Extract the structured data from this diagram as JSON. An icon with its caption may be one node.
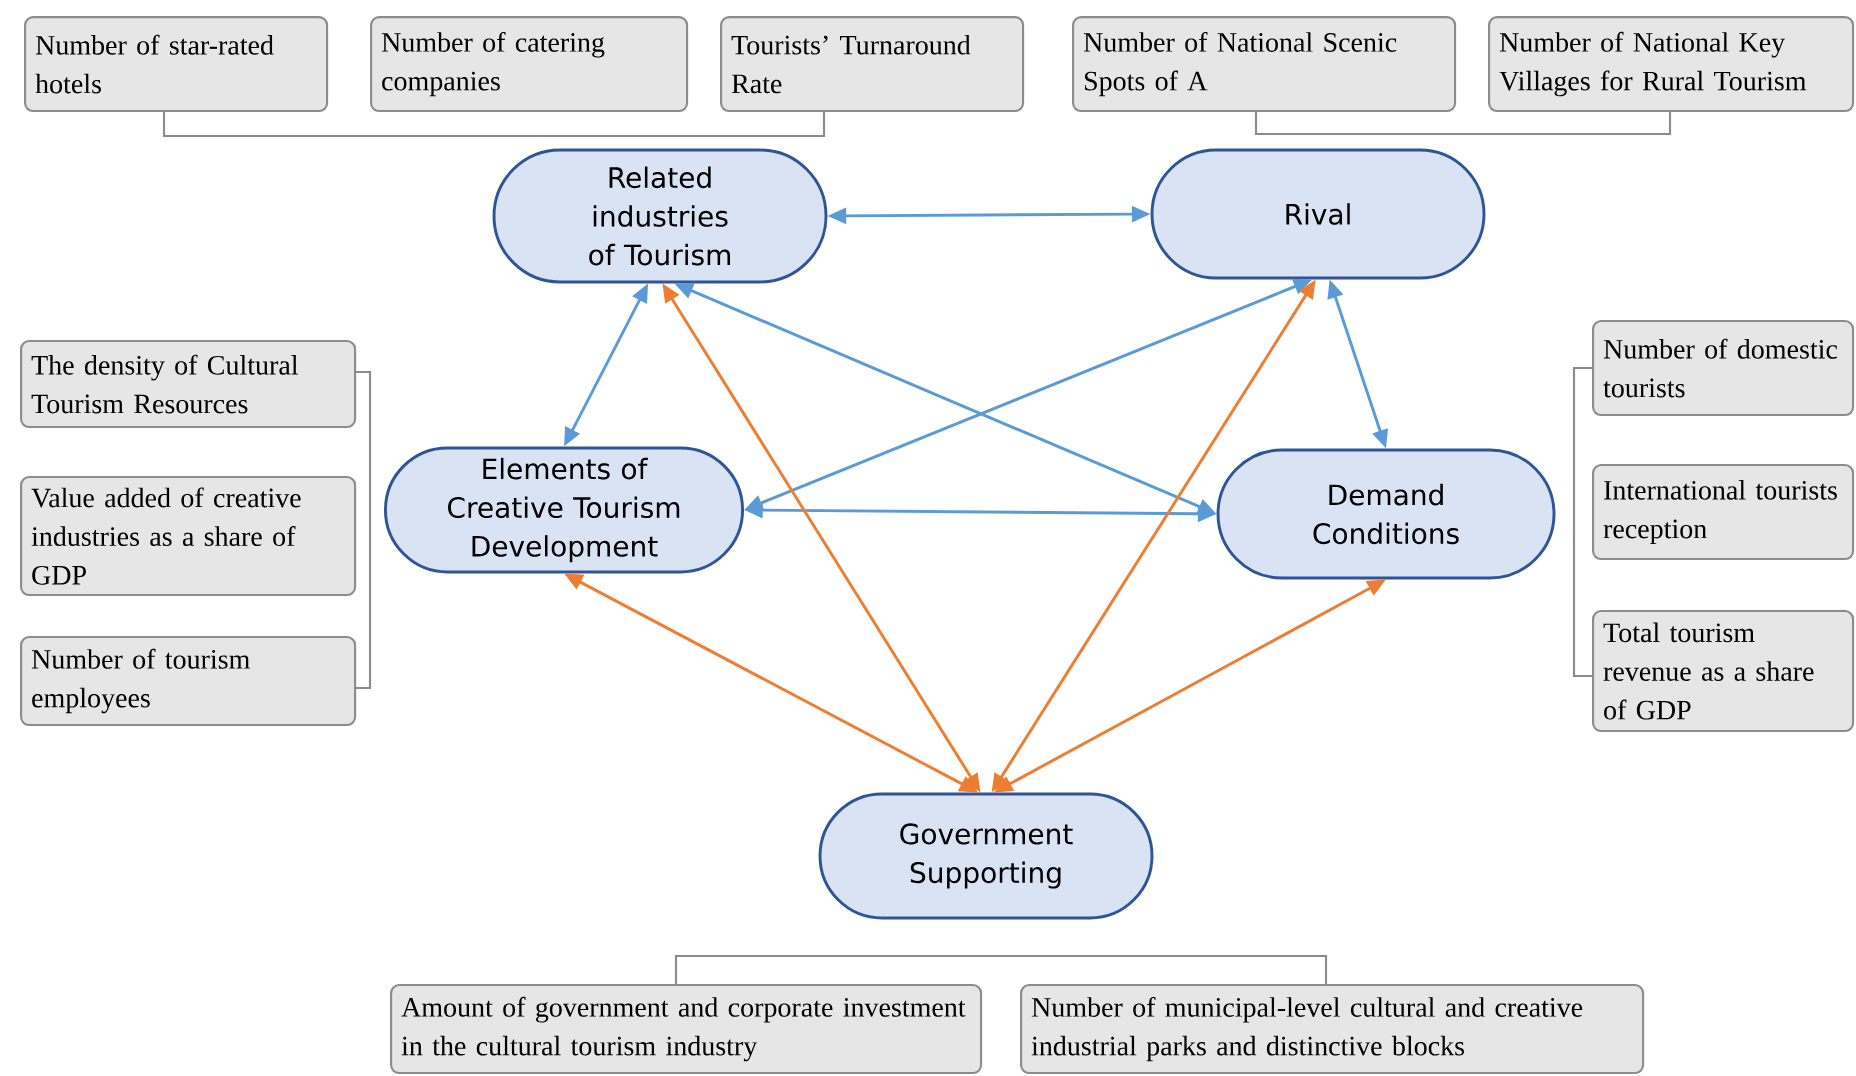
{
  "diagram": {
    "nodes": [
      {
        "text": [
          "Related industries of Tourism"
        ]
      },
      {
        "text": [
          "Rival"
        ]
      },
      {
        "text": [
          "Elements of Creative Tourism Development"
        ]
      },
      {
        "text": [
          "Demand Conditions"
        ]
      },
      {
        "text": [
          "Government Supporting"
        ]
      },
      {
        "text": [
          "Number of star-rated hotels"
        ]
      },
      {
        "text": [
          "Number of catering companies"
        ]
      },
      {
        "text": [
          "Tourists’ Turnaround Rate"
        ]
      },
      {
        "text": [
          "Number of National Scenic Spots of A"
        ]
      },
      {
        "text": [
          "Number of National Key Villages for Rural Tourism"
        ]
      },
      {
        "text": [
          "The density of Cultural Tourism Resources"
        ]
      },
      {
        "text": [
          "Value added of creative industries as a share of GDP"
        ]
      },
      {
        "text": [
          "Number of tourism employees"
        ]
      },
      {
        "text": [
          "Number of domestic tourists"
        ]
      },
      {
        "text": [
          "International tourists reception"
        ]
      },
      {
        "text": [
          "Total tourism revenue as a share of GDP"
        ]
      },
      {
        "text": [
          "Amount of government and corporate investment in the cultural tourism industry"
        ]
      },
      {
        "text": [
          "Number of municipal-level cultural and creative industrial parks and distinctive blocks"
        ]
      }
    ],
    "edges": [
      {
        "from": 0,
        "to": 1,
        "arrow": "both"
      },
      {
        "from": 0,
        "to": 2,
        "arrow": "both"
      },
      {
        "from": 0,
        "to": 3,
        "arrow": "both"
      },
      {
        "from": 1,
        "to": 2,
        "arrow": "both"
      },
      {
        "from": 1,
        "to": 3,
        "arrow": "both"
      },
      {
        "from": 2,
        "to": 3,
        "arrow": "both"
      },
      {
        "from": 4,
        "to": 0,
        "arrow": "both",
        "color": "#ed7d31"
      },
      {
        "from": 4,
        "to": 1,
        "arrow": "both",
        "color": "#ed7d31"
      },
      {
        "from": 4,
        "to": 2,
        "arrow": "both",
        "color": "#ed7d31"
      },
      {
        "from": 4,
        "to": 3,
        "arrow": "both",
        "color": "#ed7d31"
      }
    ]
  }
}
